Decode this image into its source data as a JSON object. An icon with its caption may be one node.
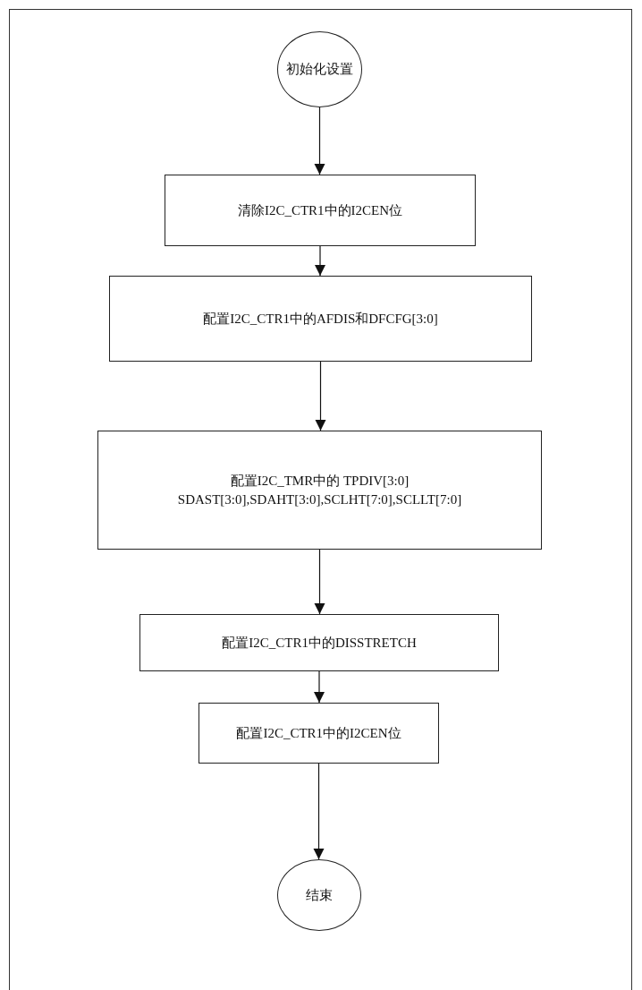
{
  "diagram": {
    "nodes": [
      {
        "text": [
          "初始化设置"
        ]
      },
      {
        "text": [
          "清除I2C_CTR1中的I2CEN位"
        ]
      },
      {
        "text": [
          "配置I2C_CTR1中的AFDIS和DFCFG[3:0]"
        ]
      },
      {
        "text": [
          "配置I2C_TMR中的 TPDIV[3:0] SDAST[3:0],SDAHT[3:0],SCLHT[7:0],SCLLT[7:0]"
        ]
      },
      {
        "text": [
          "配置I2C_CTR1中的DISSTRETCH"
        ]
      },
      {
        "text": [
          "配置I2C_CTR1中的I2CEN位"
        ]
      },
      {
        "text": [
          "结束"
        ]
      }
    ],
    "edges": [
      {
        "from": 0,
        "to": 1,
        "arrow": "to"
      },
      {
        "from": 1,
        "to": 2,
        "arrow": "to"
      },
      {
        "from": 2,
        "to": 3,
        "arrow": "to"
      },
      {
        "from": 3,
        "to": 4,
        "arrow": "to"
      },
      {
        "from": 4,
        "to": 5,
        "arrow": "to"
      },
      {
        "from": 5,
        "to": 6,
        "arrow": "to"
      }
    ]
  }
}
